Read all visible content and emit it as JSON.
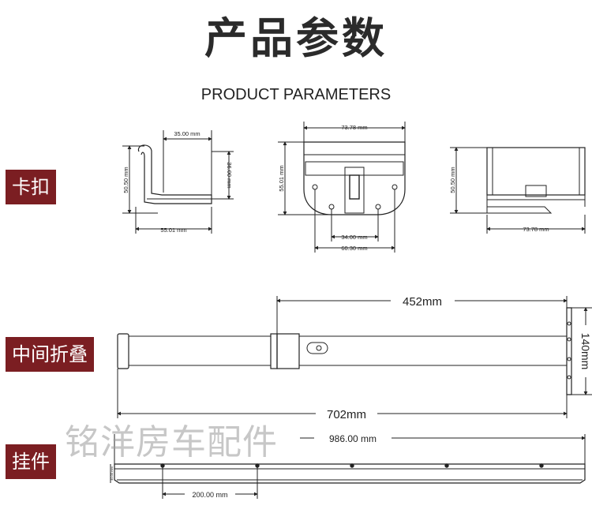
{
  "header": {
    "title_cn": "产品参数",
    "title_en": "PRODUCT PARAMETERS"
  },
  "sections": {
    "clip": "卡扣",
    "middle_fold": "中间折叠",
    "hanger": "挂件"
  },
  "watermark": "铭洋房车配件",
  "clip_dims": {
    "view1_top": "35.00 mm",
    "view1_left": "50.50 mm",
    "view1_right": "36.00 mm",
    "view1_bottom": "55.01 mm",
    "view2_top": "73.78 mm",
    "view2_left": "55.01 mm",
    "view2_inner": "34.00 mm",
    "view2_outer": "60.30 mm",
    "view3_left": "50.50 mm",
    "view3_bottom": "73.78 mm"
  },
  "fold_dims": {
    "top": "452mm",
    "bottom": "702mm",
    "height": "140mm"
  },
  "hanger_dims": {
    "length": "986.00 mm",
    "spacing": "200.00 mm",
    "height": "40.00 mm"
  },
  "colors": {
    "section_bg": "#7b1e22",
    "line": "#222222"
  }
}
